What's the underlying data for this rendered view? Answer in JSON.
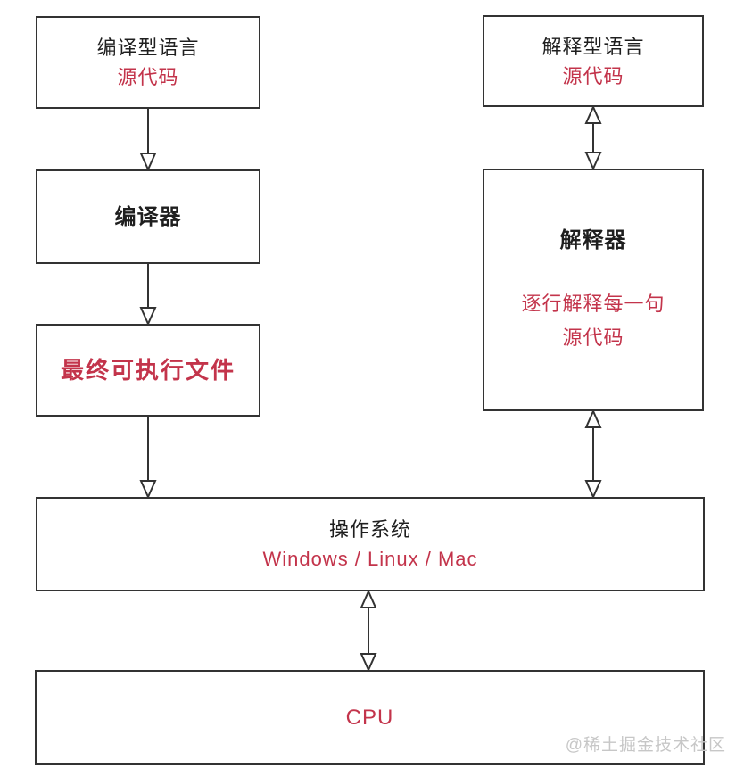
{
  "colors": {
    "accent_red": "#c3344b",
    "line_color": "#333333",
    "text_color": "#1f1f1f",
    "watermark_color": "#c7c7c7",
    "bg": "#ffffff"
  },
  "diagram": {
    "left_column": {
      "compiled_language_box": {
        "title": "编译型语言",
        "subtitle": "源代码"
      },
      "compiler_box": {
        "title": "编译器"
      },
      "executable_box": {
        "title": "最终可执行文件"
      }
    },
    "right_column": {
      "interpreted_language_box": {
        "title": "解释型语言",
        "subtitle": "源代码"
      },
      "interpreter_box": {
        "title": "解释器",
        "subtitle_line1": "逐行解释每一句",
        "subtitle_line2": "源代码"
      }
    },
    "os_box": {
      "title": "操作系统",
      "subtitle": "Windows / Linux / Mac"
    },
    "cpu_box": {
      "title": "CPU"
    },
    "watermark": "@稀土掘金技术社区"
  }
}
